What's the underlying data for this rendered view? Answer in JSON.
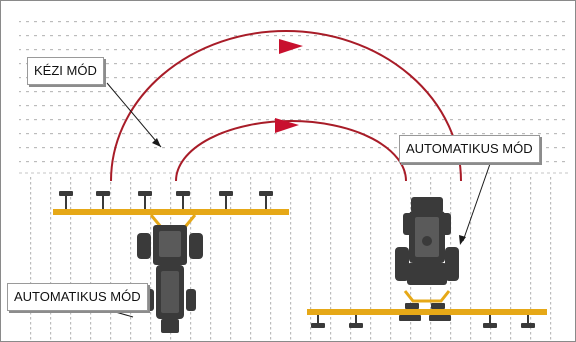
{
  "diagram": {
    "labels": {
      "manual_mode": "KÉZI MÓD",
      "auto_mode_right": "AUTOMATIKUS MÓD",
      "auto_mode_left": "AUTOMATIKUS MÓD"
    },
    "colors": {
      "arc": "#a81c28",
      "arrow_head": "#c8102e",
      "tractor": "#3a3a3a",
      "tractor_body": "#5a5a5a",
      "boom": "#e6a817",
      "guide_dots": "#b8b8b8",
      "leader_line": "#1a1a1a"
    },
    "icons": [
      "tractor-icon",
      "sprayer-boom",
      "turn-arrow"
    ]
  }
}
